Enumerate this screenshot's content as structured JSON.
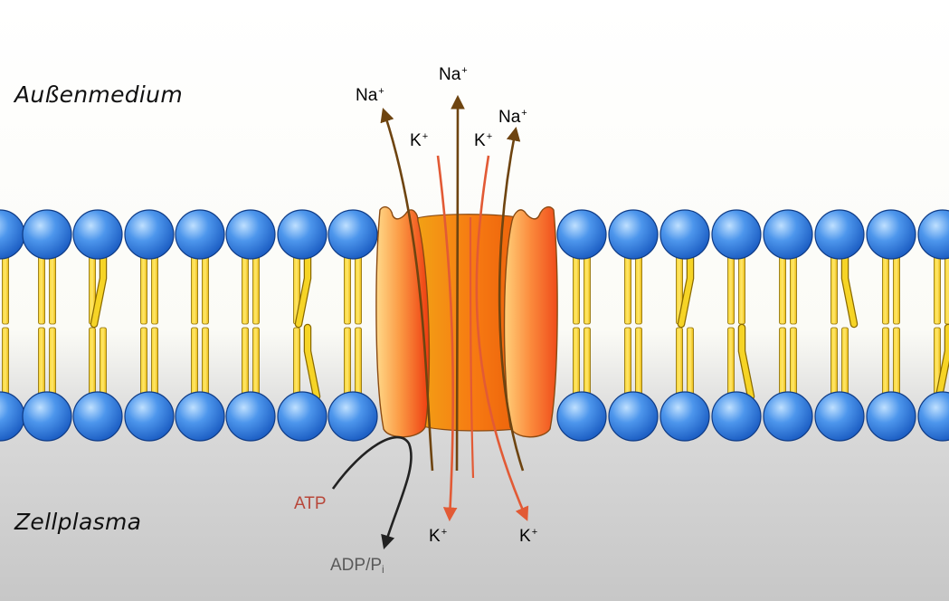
{
  "regions": {
    "outside": "Außenmedium",
    "inside": "Zellplasma"
  },
  "ions": {
    "na_left": {
      "base": "Na",
      "charge": "+"
    },
    "na_mid": {
      "base": "Na",
      "charge": "+"
    },
    "na_right": {
      "base": "Na",
      "charge": "+"
    },
    "k_top_left": {
      "base": "K",
      "charge": "+"
    },
    "k_top_right": {
      "base": "K",
      "charge": "+"
    },
    "k_bottom_left": {
      "base": "K",
      "charge": "+"
    },
    "k_bottom_right": {
      "base": "K",
      "charge": "+"
    }
  },
  "energy": {
    "atp": "ATP",
    "adp_base": "ADP/P",
    "adp_sub": "i"
  },
  "colors": {
    "phospholipid_head": "#3f86e2",
    "lipid_tail": "#f4cf18",
    "pump_body": "#f07a2a",
    "sodium_arrow": "#6e4410",
    "potassium_arrow": "#e25a35",
    "atp_text": "#b8473a",
    "adp_text": "#5a5a5a"
  }
}
